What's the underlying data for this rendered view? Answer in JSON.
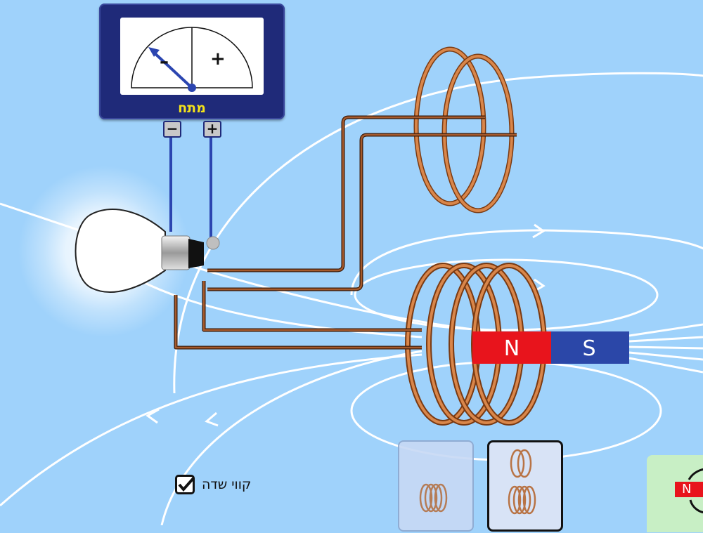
{
  "voltmeter": {
    "label": "מתח",
    "dial_minus": "–",
    "dial_plus": "+",
    "terminal_minus": "−",
    "terminal_plus": "+"
  },
  "magnet": {
    "north_label": "N",
    "south_label": "S",
    "north_color": "#e8141c",
    "south_color": "#2b47a8"
  },
  "controls": {
    "field_lines_label": "קווי שדה",
    "field_lines_checked": true,
    "mode_buttons": [
      "one-coil-icon",
      "two-coils-icon"
    ],
    "corner_button_label": "N"
  },
  "colors": {
    "background": "#9fd2fb",
    "wire_brown": "#7a3210",
    "wire_blue": "#2b45b0",
    "coil_copper": "#c8773a",
    "field_line": "#ffffff"
  }
}
